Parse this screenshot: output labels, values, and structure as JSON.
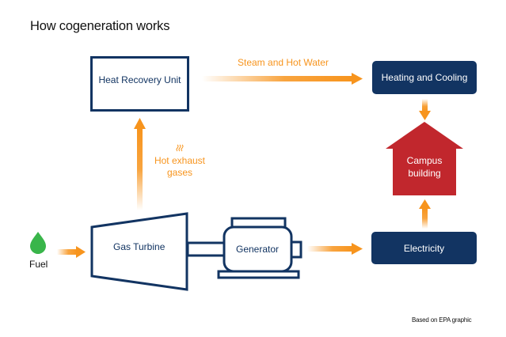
{
  "title": "How cogeneration works",
  "colors": {
    "navy": "#123462",
    "orange": "#f7941d",
    "red": "#c1272d",
    "green": "#39b54a"
  },
  "nodes": {
    "heat_recovery_unit": "Heat Recovery Unit",
    "heating_cooling": "Heating and Cooling",
    "campus_building_line1": "Campus",
    "campus_building_line2": "building",
    "electricity": "Electricity",
    "gas_turbine": "Gas Turbine",
    "generator": "Generator",
    "fuel": "Fuel"
  },
  "flows": {
    "steam": "Steam and Hot Water",
    "exhaust_line1": "Hot exhaust",
    "exhaust_line2": "gases",
    "exhaust_icon": "heat-waves-icon"
  },
  "credit": "Based on EPA graphic"
}
